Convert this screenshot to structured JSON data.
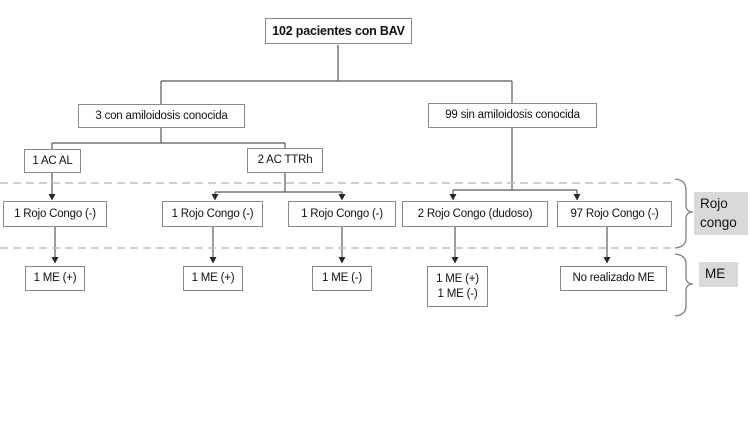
{
  "figure": {
    "colors": {
      "background": "#ffffff",
      "box_border": "#8a8a8a",
      "connector_line": "#595959",
      "arrowhead": "#262626",
      "dashed_separator": "#bfbfbf",
      "row_label_bg": "#d9d9d9",
      "text": "#111111"
    },
    "root": {
      "label": "102 pacientes con BAV"
    },
    "known_amyloidosis": {
      "label": "3 con amiloidosis conocida"
    },
    "unknown_amyloidosis": {
      "label": "99 sin amiloidosis conocida"
    },
    "ac_al": {
      "label": "1 AC AL"
    },
    "ac_ttrh": {
      "label": "2 AC TTRh"
    },
    "rojo_congo_row": [
      {
        "label": "1 Rojo Congo (-)"
      },
      {
        "label": "1 Rojo Congo (-)"
      },
      {
        "label": "1 Rojo Congo (-)"
      },
      {
        "label": "2 Rojo Congo (dudoso)"
      },
      {
        "label": "97 Rojo Congo (-)"
      }
    ],
    "me_row": [
      {
        "line1": "1 ME (+)"
      },
      {
        "line1": "1 ME (+)"
      },
      {
        "line1": "1 ME (-)"
      },
      {
        "line1": "1 ME (+)",
        "line2": "1 ME (-)"
      },
      {
        "line1": "No realizado ME"
      }
    ],
    "row_labels": {
      "rojo_congo": "Rojo\ncongo",
      "me": "ME"
    }
  }
}
